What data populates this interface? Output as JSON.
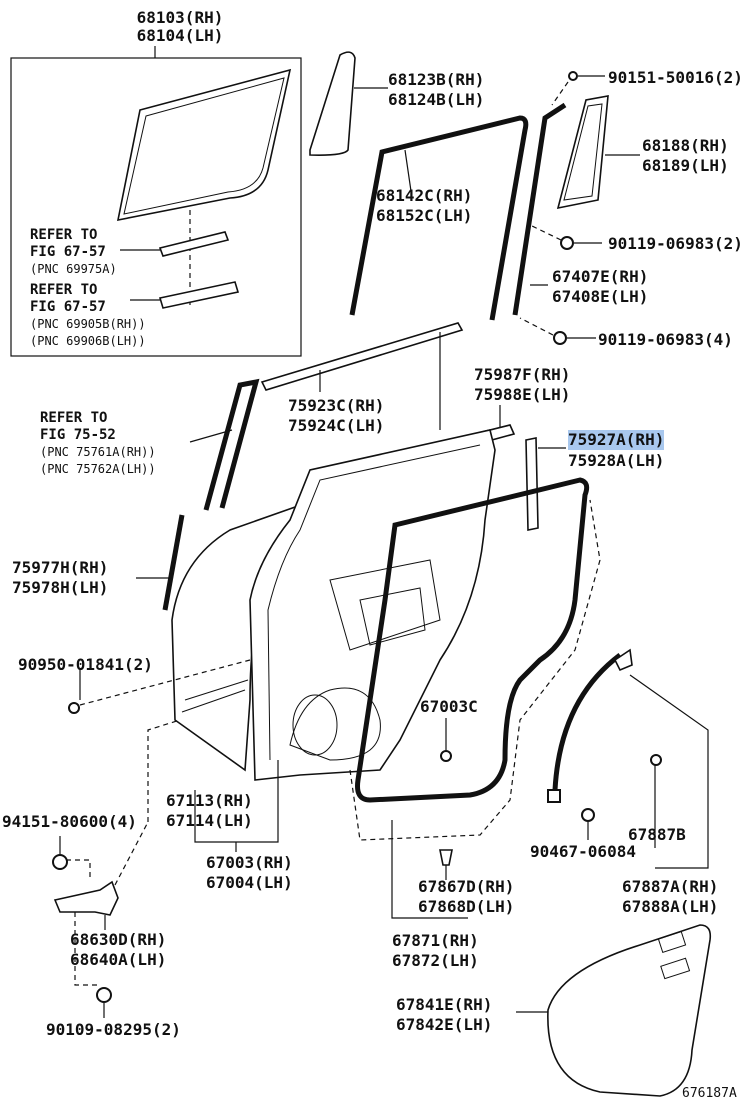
{
  "labels": {
    "p68103": "68103(RH)",
    "p68104": "68104(LH)",
    "p68123b": "68123B(RH)",
    "p68124b": "68124B(LH)",
    "p90151": "90151-50016(2)",
    "p68188": "68188(RH)",
    "p68189": "68189(LH)",
    "p68142c": "68142C(RH)",
    "p68152c": "68152C(LH)",
    "p90119a": "90119-06983(2)",
    "p67407e": "67407E(RH)",
    "p67408e": "67408E(LH)",
    "p90119b": "90119-06983(4)",
    "ref1_a": "REFER TO",
    "ref1_b": "FIG 67-57",
    "ref1_c": "(PNC 69975A)",
    "ref2_a": "REFER TO",
    "ref2_b": "FIG 67-57",
    "ref2_c": "(PNC 69905B(RH))",
    "ref2_d": "(PNC 69906B(LH))",
    "p75987f": "75987F(RH)",
    "p75988e": "75988E(LH)",
    "p75923c": "75923C(RH)",
    "p75924c": "75924C(LH)",
    "ref3_a": "REFER TO",
    "ref3_b": "FIG 75-52",
    "ref3_c": "(PNC 75761A(RH))",
    "ref3_d": "(PNC 75762A(LH))",
    "p75927a": "75927A(RH)",
    "p75928a": "75928A(LH)",
    "p75977h": "75977H(RH)",
    "p75978h": "75978H(LH)",
    "p90950": "90950-01841(2)",
    "p67003c": "67003C",
    "p94151": "94151-80600(4)",
    "p67113": "67113(RH)",
    "p67114": "67114(LH)",
    "p67887b": "67887B",
    "p90467": "90467-06084",
    "p67003": "67003(RH)",
    "p67004": "67004(LH)",
    "p67867d": "67867D(RH)",
    "p67868d": "67868D(LH)",
    "p67887a": "67887A(RH)",
    "p67888a": "67888A(LH)",
    "p68630d": "68630D(RH)",
    "p68640a": "68640A(LH)",
    "p67871": "67871(RH)",
    "p67872": "67872(LH)",
    "p67841e": "67841E(RH)",
    "p67842e": "67842E(LH)",
    "p90109": "90109-08295(2)",
    "figure_id": "676187A"
  },
  "highlight_color": "#a9c8ee"
}
